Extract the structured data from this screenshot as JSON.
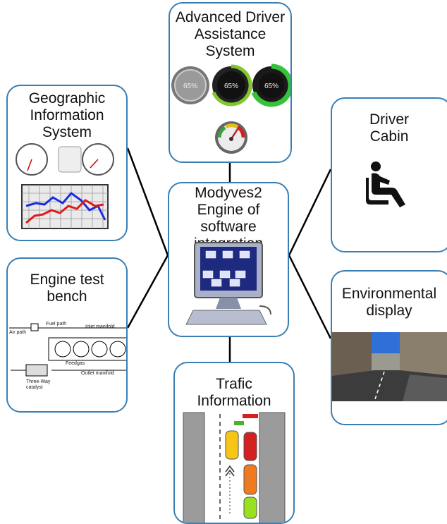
{
  "nodes": {
    "adas": {
      "title": "Advanced Driver\nAssistance\nSystem",
      "gauges": [
        "65%",
        "65%",
        "65%"
      ]
    },
    "gis": {
      "title": "Geographic\nInformation\nSystem"
    },
    "cabin": {
      "title": "Driver\nCabin"
    },
    "center": {
      "title": "Modyves2\nEngine of software\nintegration"
    },
    "engine": {
      "title": "Engine test\nbench",
      "labels": {
        "air_path": "Air path",
        "fuel_path": "Fuel path",
        "inlet": "Inlet manifold",
        "feedgas": "Feedgas",
        "outlet": "Outlet manifold",
        "catalyst": "Three-Way\ncatalyst"
      }
    },
    "env": {
      "title": "Environmental\ndisplay"
    },
    "traffic": {
      "title": "Trafic\nInformation"
    }
  },
  "colors": {
    "border": "#3a7fb4",
    "connector": "#000000"
  }
}
